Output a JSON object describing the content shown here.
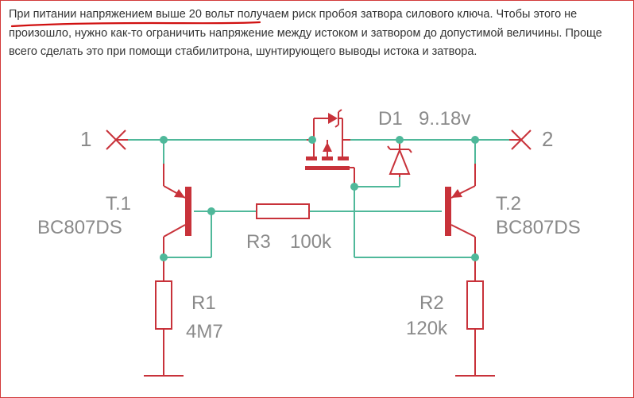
{
  "paragraph": {
    "highlight": "При питании напряжением выше 20 вольт",
    "rest": " получаем риск пробоя затвора силового ключа. Чтобы этого не произошло, нужно как-то ограничить напряжение между истоком и затвором до допустимой величины. Проще всего сделать это при помощи стабилитрона, шунтирующего выводы истока и затвора."
  },
  "schematic": {
    "terminal_left": "1",
    "terminal_right": "2",
    "diode_ref": "D1",
    "diode_value": "9..18v",
    "t1_ref": "T.1",
    "t1_part": "BC807DS",
    "t2_ref": "T.2",
    "t2_part": "BC807DS",
    "r3_ref": "R3",
    "r3_value": "100k",
    "r1_ref": "R1",
    "r1_value": "4M7",
    "r2_ref": "R2",
    "r2_value": "120k"
  },
  "colors": {
    "wire": "#4fb89a",
    "component": "#c8323a",
    "label": "#8a8a8a",
    "underline": "#d01010",
    "frame": "#d23a3a"
  }
}
